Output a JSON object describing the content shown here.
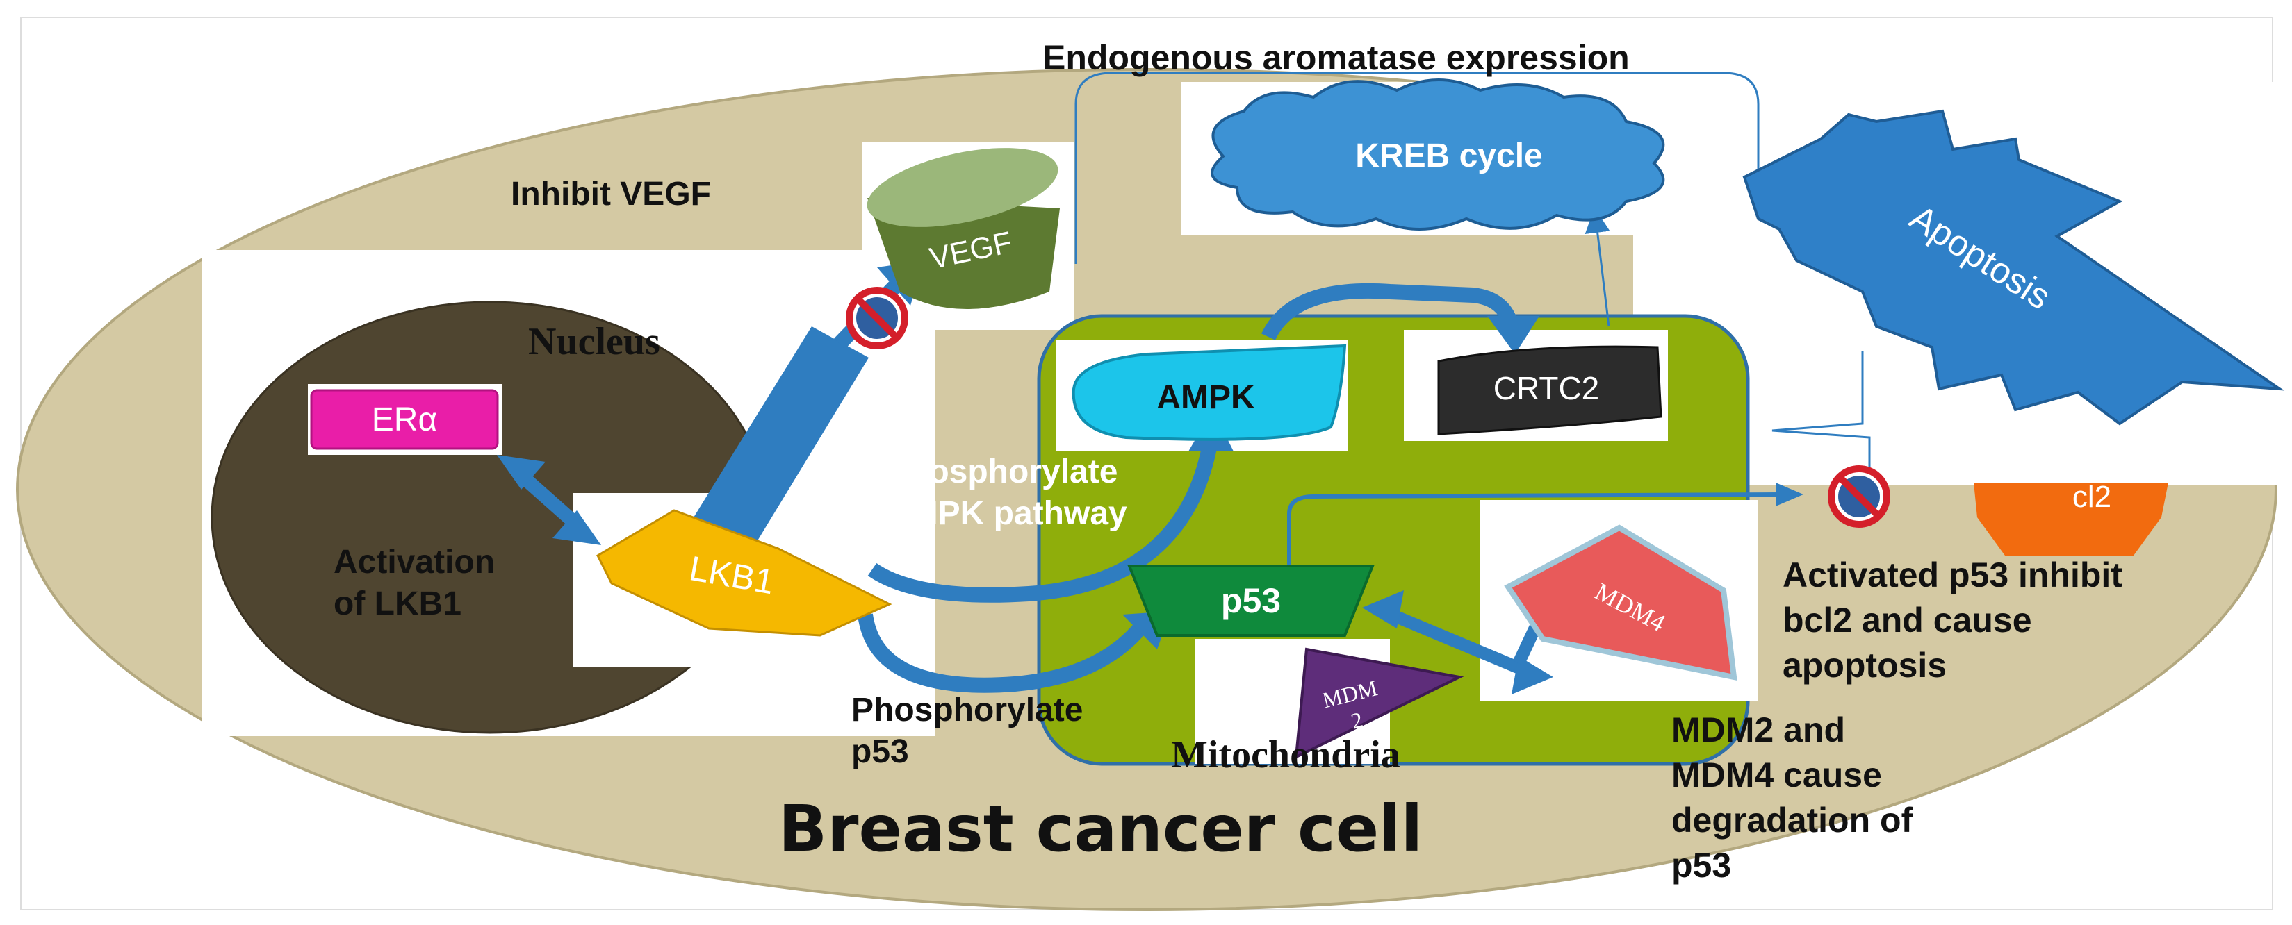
{
  "labels": {
    "endogenous": "Endogenous aromatase expression",
    "inhibit_vegf": "Inhibit VEGF",
    "nucleus": "Nucleus",
    "activation_line1": "Activation",
    "activation_line2": "of LKB1",
    "phos_ampk_line1": "Phosphorylate",
    "phos_ampk_line2": "AMPK pathway",
    "phos_p53_line1": "Phosphorylate",
    "phos_p53_line2": "p53",
    "mitochondria": "Mitochondria",
    "breast_cancer_cell": "Breast cancer cell",
    "p53_inhibit_line1": "Activated p53 inhibit",
    "p53_inhibit_line2": "bcl2 and cause",
    "p53_inhibit_line3": "apoptosis",
    "mdm_line1": "MDM2 and",
    "mdm_line2": "MDM4 cause",
    "mdm_line3": "degradation of",
    "mdm_line4": "p53"
  },
  "nodes": {
    "era": "ERα",
    "lkb1": "LKB1",
    "vegf": "VEGF",
    "kreb": "KREB cycle",
    "ampk": "AMPK",
    "crtc2": "CRTC2",
    "p53": "p53",
    "mdm4": "MDM4",
    "mdm2_line1": "MDM",
    "mdm2_line2": "2",
    "bcl2": "cl2",
    "apoptosis": "Apoptosis"
  },
  "colors": {
    "cell": "#d4c9a3",
    "nucleus": "#4f4530",
    "mitochondria": "#8fae0b",
    "arrow_blue": "#2f7dc0",
    "era": "#e91ea8",
    "lkb1": "#f5b800",
    "vegf": "#5d7a31",
    "kreb": "#3d92d4",
    "ampk": "#1cc5ea",
    "crtc2": "#2c2c2c",
    "p53": "#0f8a3c",
    "mdm4": "#e85a5a",
    "mdm2": "#5e2d7a",
    "bcl2": "#f26b0f",
    "apoptosis": "#2f80c8",
    "inhibit": "#d41f2a"
  }
}
